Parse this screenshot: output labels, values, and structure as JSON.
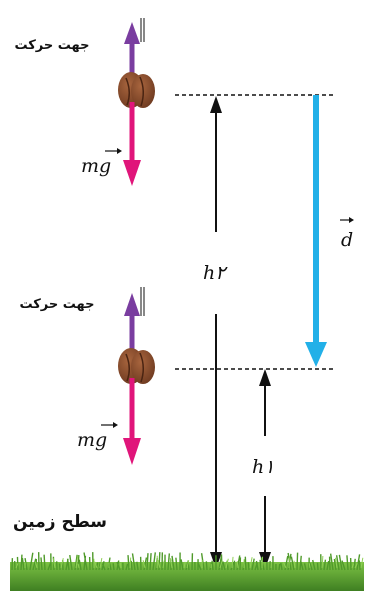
{
  "top_object": {
    "direction_label": "جهت حرکت",
    "weight_label": "mg"
  },
  "bottom_object": {
    "direction_label": "جهت حرکت",
    "weight_label": "mg"
  },
  "displacement": {
    "label": "d"
  },
  "heights": {
    "h2_label": "h۲",
    "h1_label": "h۱"
  },
  "ground": {
    "label": "سطح زمین"
  },
  "colors": {
    "weight_arrow": "#e0157a",
    "motion_arrow": "#7a3da0",
    "displacement_arrow": "#22b0e8",
    "height_arrow": "#111111",
    "object_fill": "#8a4a2a",
    "grass": "#5aa030"
  }
}
